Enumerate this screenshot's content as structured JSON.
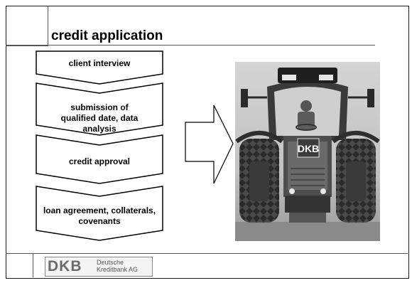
{
  "title": "credit application",
  "steps": [
    {
      "label": "client interview"
    },
    {
      "label": "submission of\nqualified date, data\nanalysis"
    },
    {
      "label": "credit approval"
    },
    {
      "label": "loan agreement, collaterals,\ncovenants"
    }
  ],
  "photo": {
    "sign_text": "DKB"
  },
  "footer": {
    "logo_letters": "DKB",
    "logo_line1": "Deutsche",
    "logo_line2": "Kreditbank AG"
  }
}
